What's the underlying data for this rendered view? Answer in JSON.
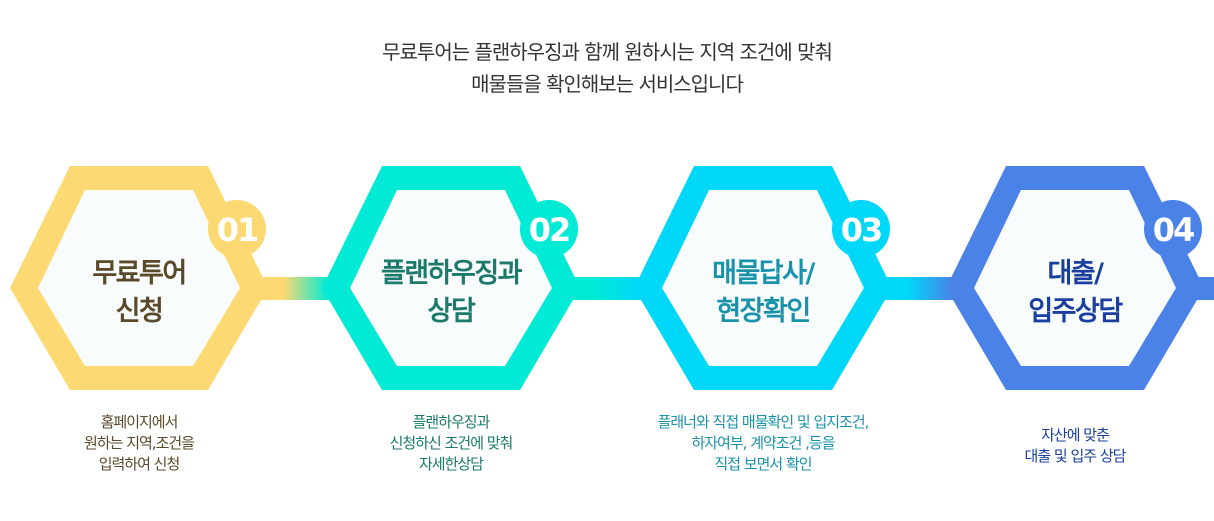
{
  "intro": {
    "line1": "무료투어는 플랜하우징과 함께 원하시는 지역 조건에 맞춰",
    "line2": "매물들을 확인해보는 서비스입니다"
  },
  "steps": [
    {
      "num": "01",
      "title1": "무료투어",
      "title2": "신청",
      "desc": [
        "홈페이지에서",
        "원하는 지역,조건을",
        "입력하여 신청"
      ],
      "color": "#fcd972",
      "text_color": "#5a4a2a"
    },
    {
      "num": "02",
      "title1": "플랜하우징과",
      "title2": "상담",
      "desc": [
        "플랜하우징과",
        "신청하신 조건에 맞춰",
        "자세한상담"
      ],
      "color": "#00ead6",
      "text_color": "#1b7a6c"
    },
    {
      "num": "03",
      "title1": "매물답사/",
      "title2": "현장확인",
      "desc": [
        "플래너와 직접 매물확인 및 입지조건,",
        "하자여부, 계약조건 ,등을",
        "직접 보면서 확인"
      ],
      "color": "#00d8fa",
      "text_color": "#1a93aa"
    },
    {
      "num": "04",
      "title1": "대출/",
      "title2": "입주상담",
      "desc": [
        "자산에 맞춘",
        "대출 및 입주 상담"
      ],
      "color": "#4a82e8",
      "text_color": "#1a3f9e"
    }
  ]
}
